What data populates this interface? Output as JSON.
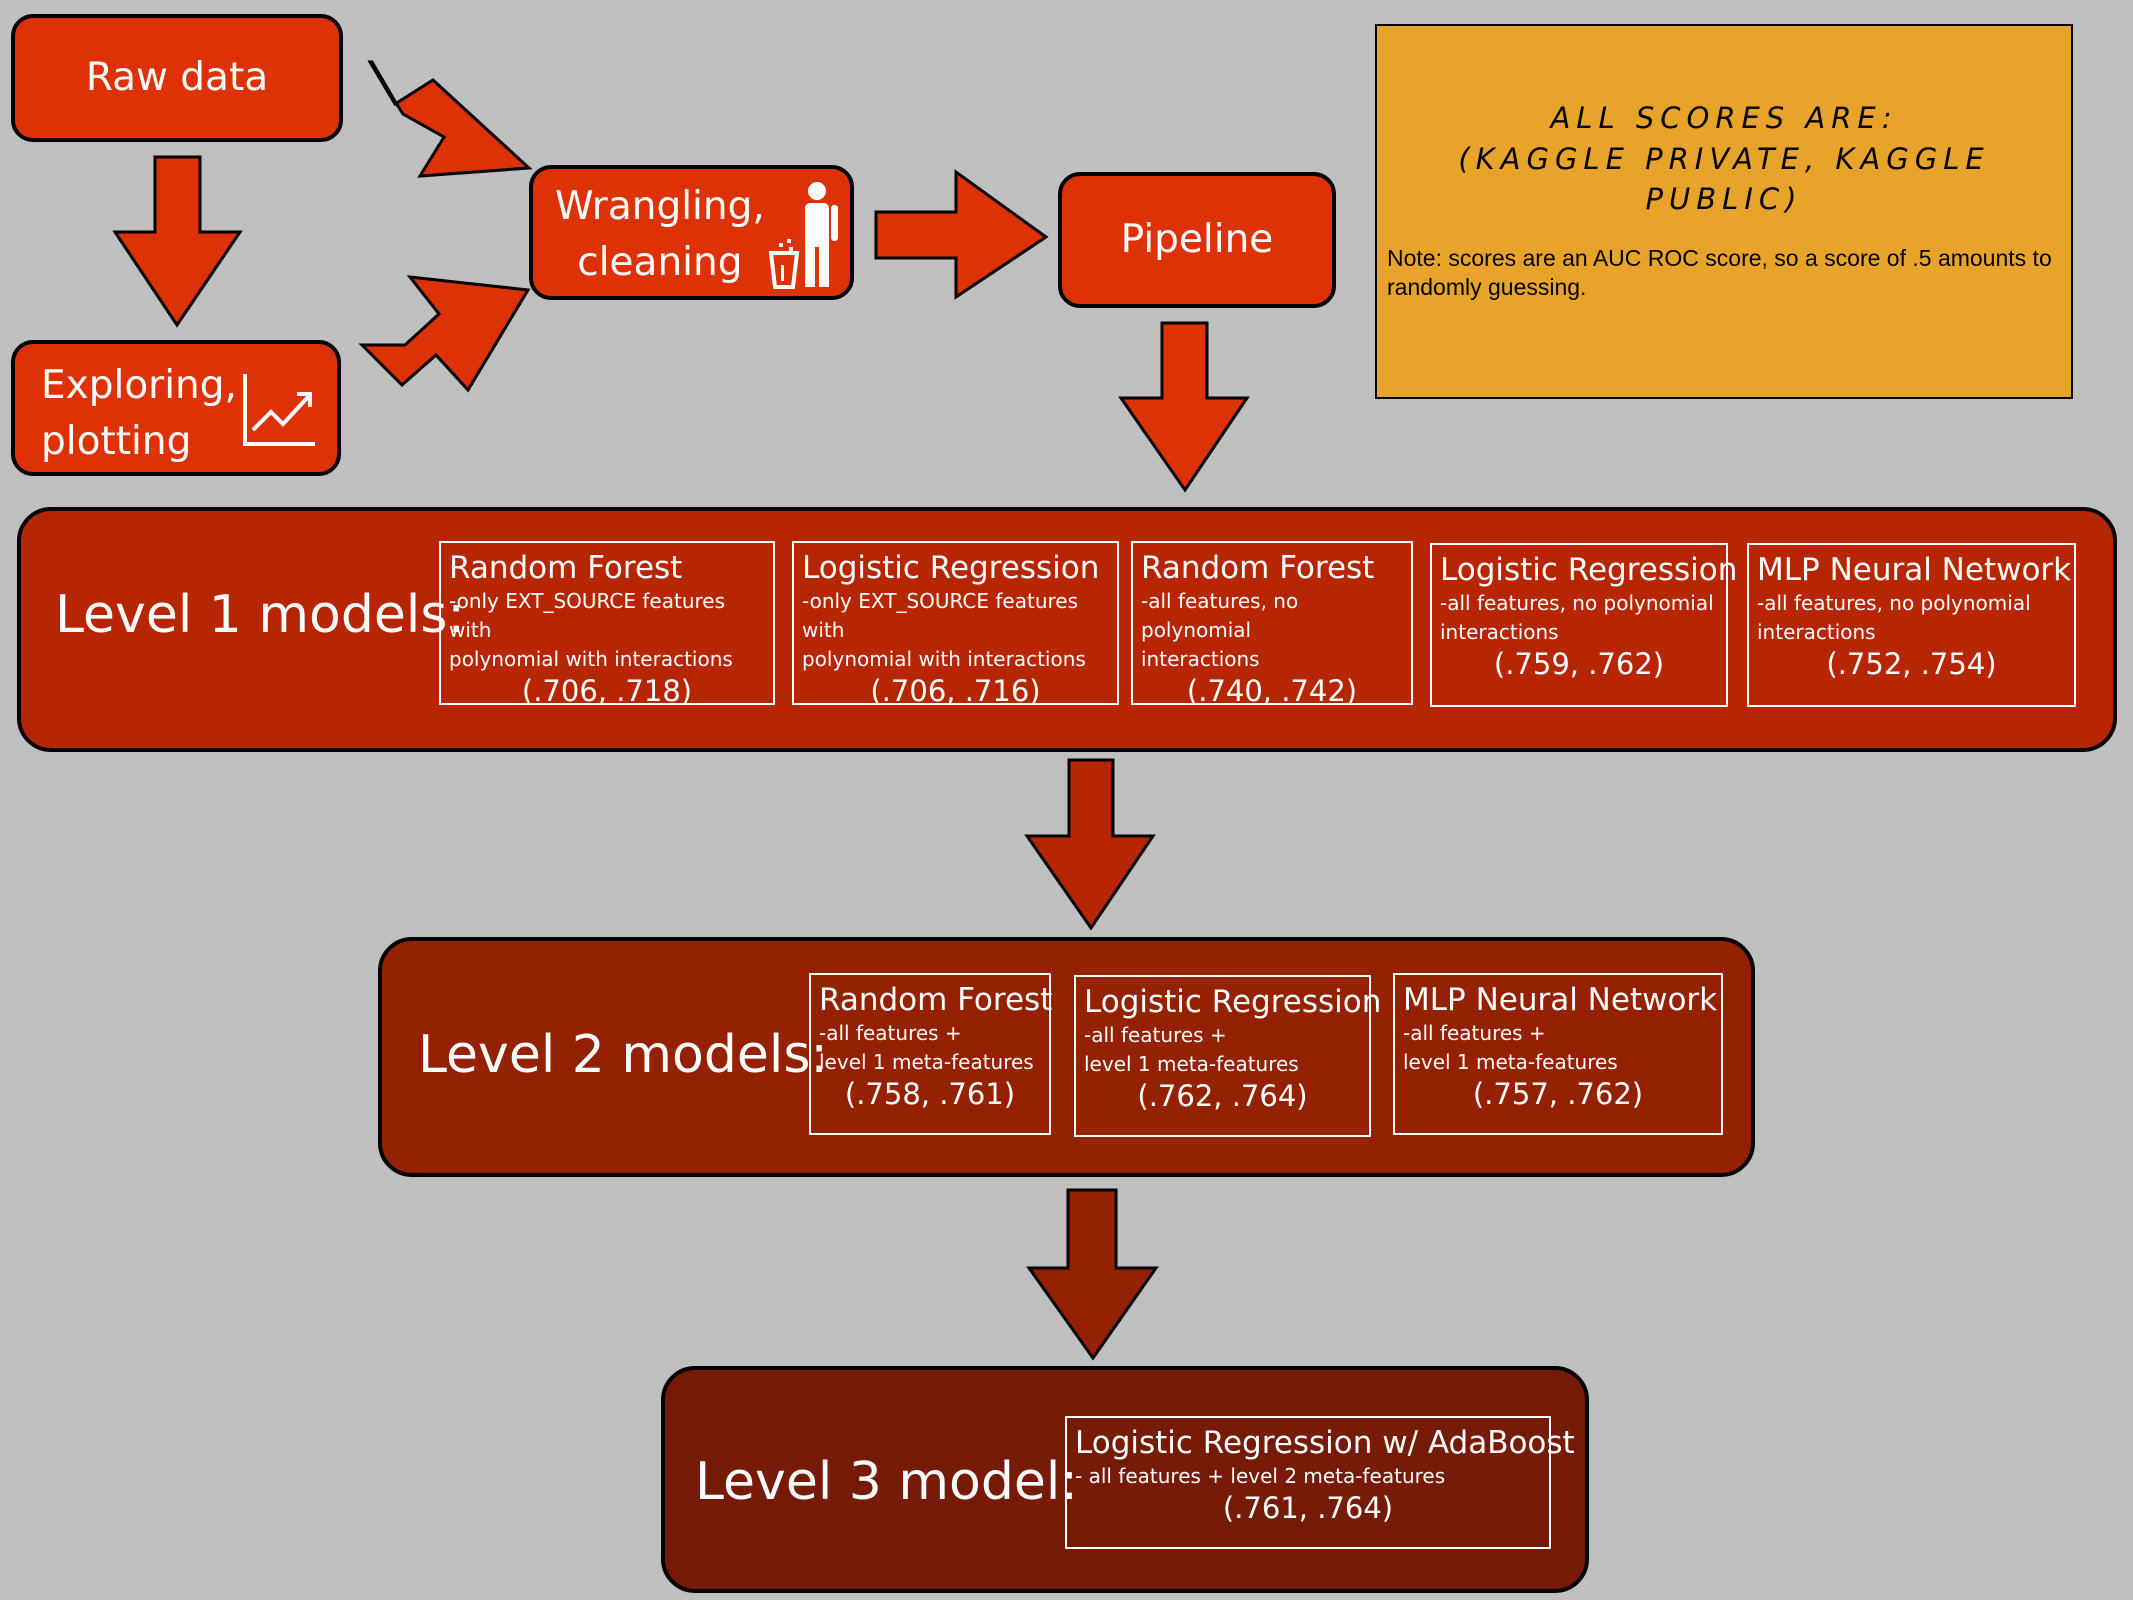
{
  "steps": {
    "raw": "Raw data",
    "explore": "Exploring,\nplotting",
    "wrangle": "Wrangling,\ncleaning",
    "pipeline": "Pipeline"
  },
  "note": {
    "heading_line1": "ALL SCORES ARE:",
    "heading_line2": "(KAGGLE PRIVATE, KAGGLE PUBLIC)",
    "body": "Note: scores are an AUC ROC score, so a score of .5 amounts to randomly guessing."
  },
  "levels": [
    {
      "label": "Level 1 models:",
      "models": [
        {
          "name": "Random Forest",
          "desc": "-only EXT_SOURCE features with\n  polynomial with interactions",
          "score": "(.706, .718)"
        },
        {
          "name": "Logistic Regression",
          "desc": "-only EXT_SOURCE features with\n  polynomial with interactions",
          "score": "(.706, .716)"
        },
        {
          "name": "Random Forest",
          "desc": "-all features, no polynomial\n  interactions",
          "score": "(.740, .742)"
        },
        {
          "name": "Logistic Regression",
          "desc": "-all features, no polynomial\n  interactions",
          "score": "(.759, .762)"
        },
        {
          "name": "MLP Neural Network",
          "desc": "-all features, no polynomial\n  interactions",
          "score": "(.752, .754)"
        }
      ]
    },
    {
      "label": "Level 2 models:",
      "models": [
        {
          "name": "Random Forest",
          "desc": "-all features +\n  level 1 meta-features",
          "score": "(.758, .761)"
        },
        {
          "name": "Logistic Regression",
          "desc": "-all features +\n  level 1 meta-features",
          "score": "(.762, .764)"
        },
        {
          "name": "MLP Neural Network",
          "desc": "-all features +\n  level 1 meta-features",
          "score": "(.757, .762)"
        }
      ]
    },
    {
      "label": "Level 3 model:",
      "models": [
        {
          "name": "Logistic Regression w/ AdaBoost",
          "desc": "- all features + level 2 meta-features",
          "score": "(.761, .764)"
        }
      ]
    }
  ],
  "colors": {
    "step": "#dd3106",
    "level1": "#b72603",
    "level2": "#932102",
    "level3": "#751b07",
    "note": "#e8a42a",
    "background": "#bfbfbf"
  }
}
